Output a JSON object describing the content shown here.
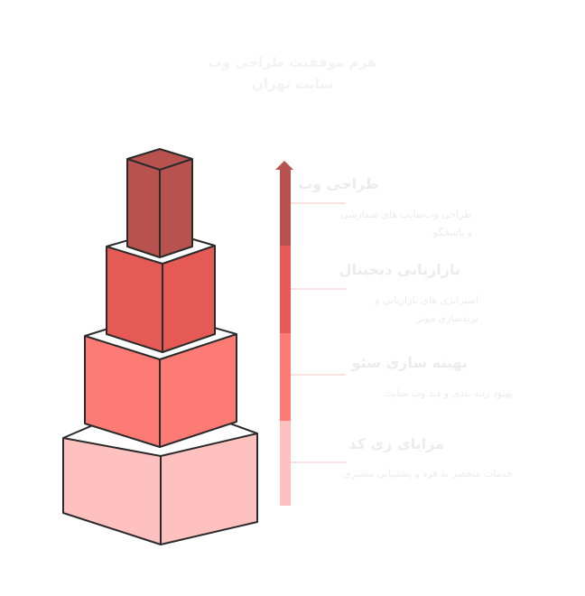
{
  "title_line1": "هرم موفقیت طراحی وب",
  "title_line2": "سایت تهران",
  "colors": {
    "level1": "#b8524f",
    "level2": "#e55a55",
    "level3": "#fc7b74",
    "level4": "#ffc1bf",
    "outline": "#2a2a2a",
    "connector": "#f5c6c4",
    "label_text": "#ececec"
  },
  "levels": [
    {
      "title": "طراحی وب",
      "desc": "طراحی وب‌سایت های سفارشی و پاسخگو"
    },
    {
      "title": "بازاریابی دیجیتال",
      "desc": "استراتژی های بازاریابی و برندسازی موثر"
    },
    {
      "title": "بهینه سازی سئو",
      "desc": "بهبود رتبه بندی و دید وب سایت"
    },
    {
      "title": "مزایای زی کد",
      "desc": "خدمات منحصر به فرد و پشتیبانی مشتری"
    }
  ]
}
